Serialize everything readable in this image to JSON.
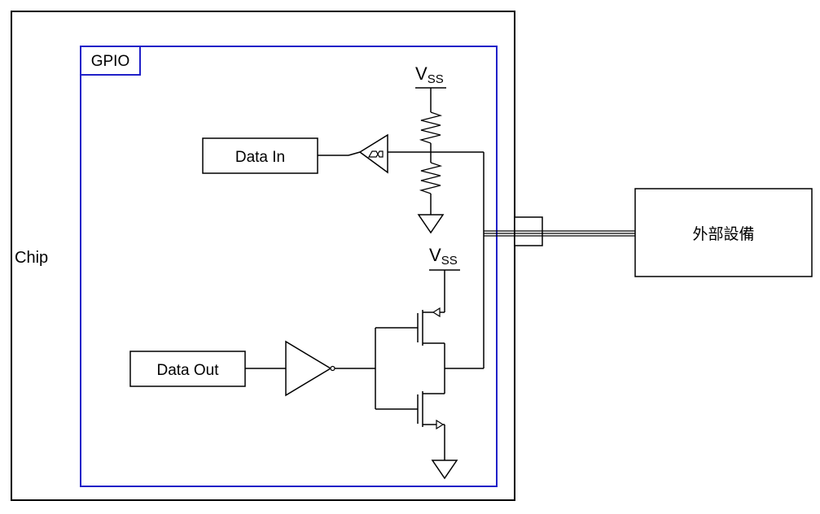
{
  "labels": {
    "chip": "Chip",
    "gpio": "GPIO",
    "data_in": "Data In",
    "data_out": "Data Out",
    "external_device": "外部設備",
    "vss_top": {
      "main": "V",
      "sub": "SS"
    },
    "vss_mid": {
      "main": "V",
      "sub": "SS"
    }
  },
  "colors": {
    "gpio_border": "#2020c8",
    "line": "#000000",
    "background": "#ffffff"
  }
}
